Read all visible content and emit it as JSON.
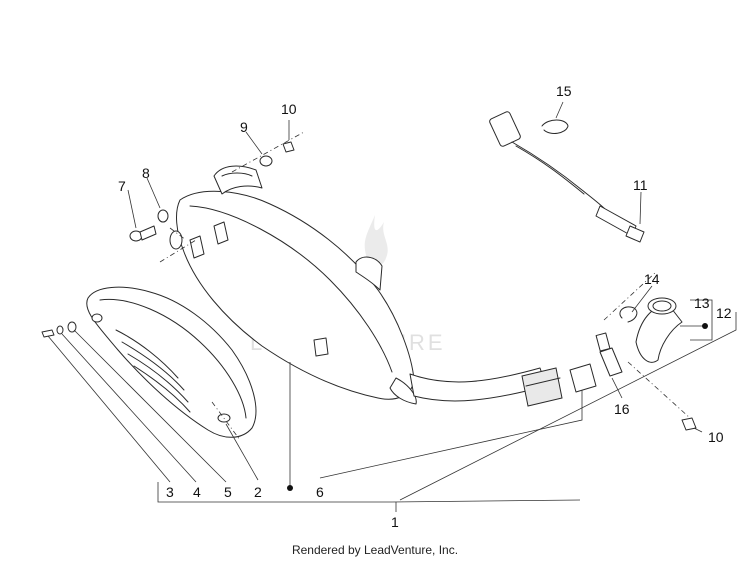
{
  "diagram": {
    "callouts": {
      "c1": "1",
      "c2": "2",
      "c3": "3",
      "c4": "4",
      "c5": "5",
      "c6": "6",
      "c7": "7",
      "c8": "8",
      "c9": "9",
      "c10a": "10",
      "c10b": "10",
      "c11": "11",
      "c12": "12",
      "c13": "13",
      "c14": "14",
      "c15": "15",
      "c16": "16"
    },
    "watermark": "LEADVENTURE"
  },
  "footer": {
    "text": "Rendered by LeadVenture, Inc."
  }
}
